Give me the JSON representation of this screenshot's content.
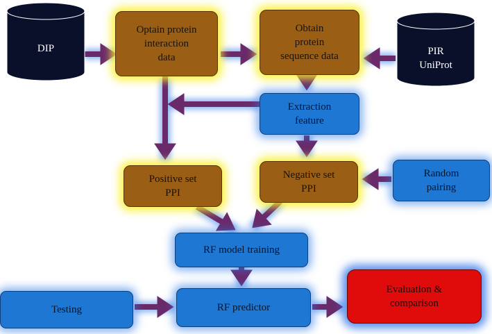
{
  "nodes": {
    "dip": "DIP",
    "pir": "PIR\nUniProt",
    "obtain_interaction": "Optain protein\ninteraction\ndata",
    "obtain_sequence": "Obtain\nprotein\nsequence data",
    "extraction": "Extraction\nfeature",
    "positive": "Positive set\nPPI",
    "negative": "Negative set\nPPI",
    "random": "Random\npairing",
    "rf_training": "RF model training",
    "testing": "Testing",
    "rf_predictor": "RF predictor",
    "evaluation": "Evaluation &\ncomparison"
  },
  "colors": {
    "database": "#0a0f2a",
    "process_brown": "#9a5e15",
    "process_blue": "#1f77d4",
    "result_red": "#e00b0b",
    "arrow": "#6a2a6a",
    "glow_yellow": "#faf028",
    "glow_blue": "#2878e6"
  }
}
